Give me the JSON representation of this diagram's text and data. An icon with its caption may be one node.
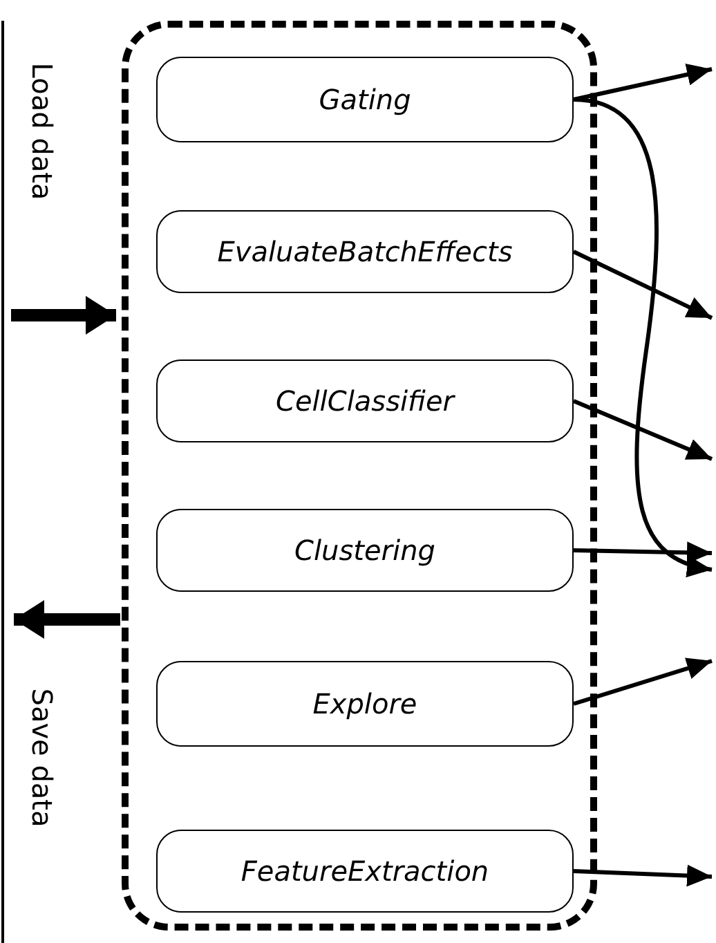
{
  "diagram": {
    "nodes": [
      {
        "text": [],
        "shape": "box"
      },
      {
        "text": [
          "Gating"
        ],
        "in": 0
      },
      {
        "text": [
          "EvaluateBatchEffects"
        ],
        "in": 0
      },
      {
        "text": [
          "CellClassifier"
        ],
        "in": 0
      },
      {
        "text": [
          "Clustering"
        ],
        "in": 0
      },
      {
        "text": [
          "Explore"
        ],
        "in": 0
      },
      {
        "text": [
          "FeatureExtraction"
        ],
        "in": 0
      }
    ],
    "edges": [
      {
        "from": 1,
        "to": null,
        "arrow": "to"
      },
      {
        "from": 1,
        "to": null,
        "arrow": "to"
      },
      {
        "from": 2,
        "to": null,
        "arrow": "to"
      },
      {
        "from": 3,
        "to": null,
        "arrow": "to"
      },
      {
        "from": 4,
        "to": null,
        "arrow": "to"
      },
      {
        "from": 5,
        "to": null,
        "arrow": "to"
      },
      {
        "from": 6,
        "to": null,
        "arrow": "to"
      },
      {
        "from": null,
        "to": 0,
        "arrow": "to",
        "style": "thick"
      },
      {
        "from": 0,
        "to": null,
        "arrow": "to",
        "style": "thick"
      }
    ],
    "labels": [
      "Load data",
      "Save data"
    ]
  }
}
